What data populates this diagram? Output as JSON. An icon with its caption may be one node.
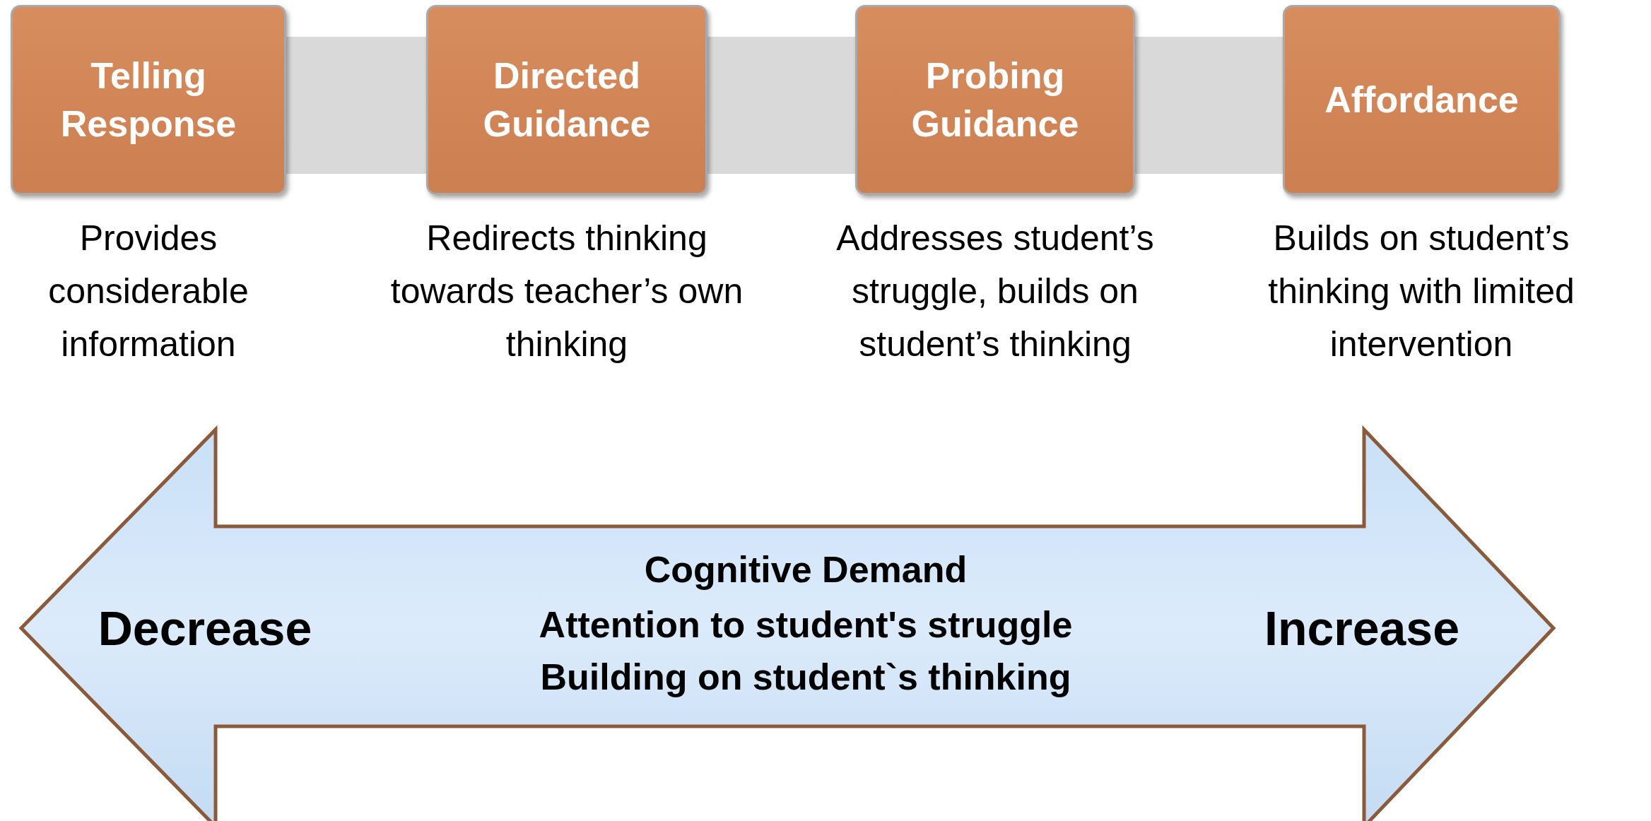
{
  "diagram": {
    "nodes": [
      {
        "text": [
          "Telling Response"
        ],
        "beside": [
          "Provides considerable information"
        ]
      },
      {
        "text": [
          "Directed Guidance"
        ],
        "beside": [
          "Redirects thinking towards teacher’s own thinking"
        ]
      },
      {
        "text": [
          "Probing Guidance"
        ],
        "beside": [
          "Addresses student’s struggle, builds on student’s thinking"
        ]
      },
      {
        "text": [
          "Affordance"
        ],
        "beside": [
          "Builds on student’s thinking with limited intervention"
        ]
      },
      {
        "text": [
          "Decrease",
          "Cognitive Demand",
          "Attention to student's struggle",
          "Building on student`s thinking",
          "Increase"
        ]
      }
    ]
  }
}
